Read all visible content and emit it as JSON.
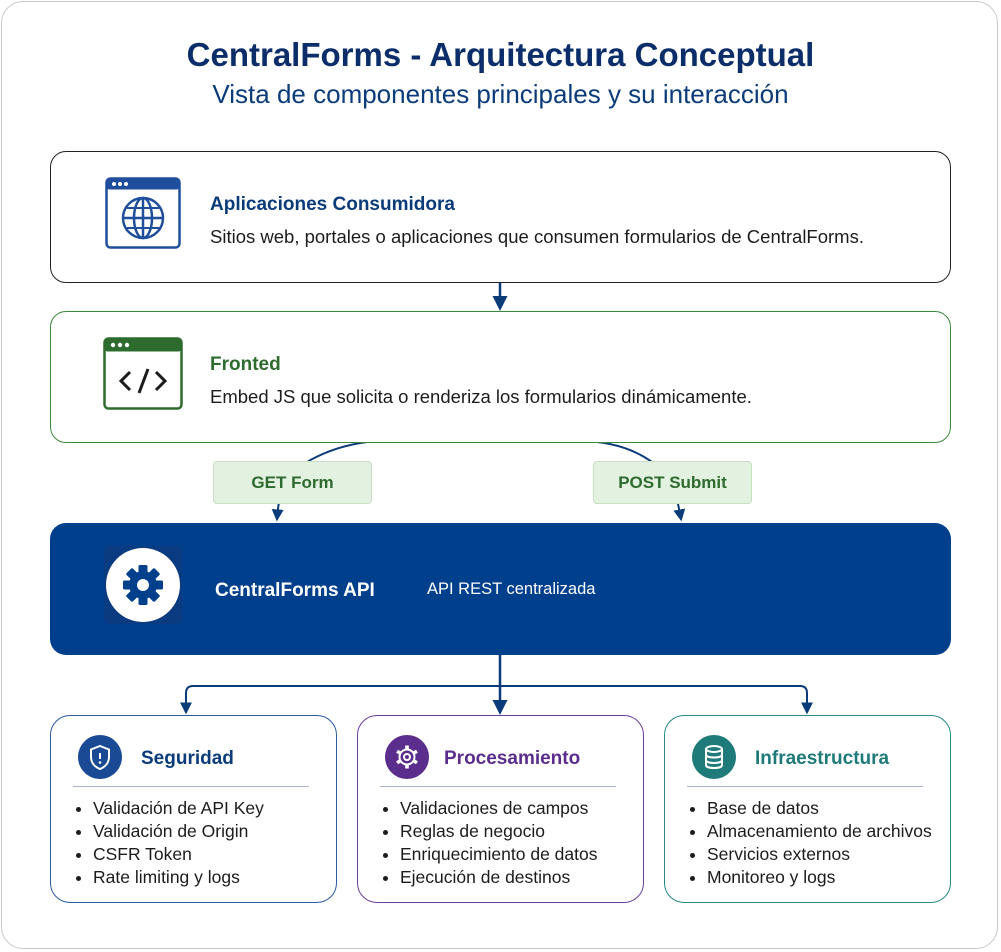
{
  "title": "CentralForms - Arquitectura Conceptual",
  "subtitle": "Vista de componentes principales y su interacción",
  "consumer": {
    "heading": "Aplicaciones Consumidora",
    "text": "Sitios web, portales o aplicaciones que consumen formularios de CentralForms.",
    "icon": "browser-globe-icon"
  },
  "frontend": {
    "heading": "Fronted",
    "text": "Embed JS que solicita o renderiza los formularios dinámicamente.",
    "icon": "browser-code-icon"
  },
  "edges": {
    "get_label": "GET Form",
    "post_label": "POST Submit"
  },
  "api": {
    "heading": "CentralForms API",
    "text": "API REST centralizada",
    "icon": "gear-icon"
  },
  "cards": {
    "security": {
      "title": "Seguridad",
      "icon": "shield-icon",
      "items": [
        "Validación de API Key",
        "Validación de Origin",
        "CSFR Token",
        "Rate limiting y logs"
      ]
    },
    "processing": {
      "title": "Procesamiento",
      "icon": "gear-icon",
      "items": [
        "Validaciones de campos",
        "Reglas de negocio",
        "Enriquecimiento de datos",
        "Ejecución de destinos"
      ]
    },
    "infrastructure": {
      "title": "Infraestructura",
      "icon": "database-icon",
      "items": [
        "Base de datos",
        "Almacenamiento de archivos",
        "Servicios externos",
        "Monitoreo y logs"
      ]
    }
  },
  "colors": {
    "navy": "#0b2e6b",
    "api_blue": "#003f8c",
    "green": "#2e6b2e",
    "purple": "#5b2d8c",
    "teal": "#1f7a7a"
  }
}
